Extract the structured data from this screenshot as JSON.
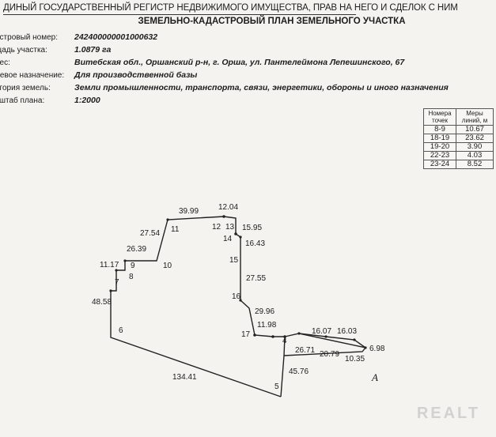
{
  "header": {
    "title": "ДИНЫЙ ГОСУДАРСТВЕННЫЙ РЕГИСТР НЕДВИЖИМОГО ИМУЩЕСТВА, ПРАВ НА НЕГО И СДЕЛОК С НИМ",
    "subtitle": "ЗЕМЕЛЬНО-КАДАСТРОВЫЙ ПЛАН ЗЕМЕЛЬНОГО УЧАСТКА"
  },
  "fields": [
    {
      "label": "астровый номер:",
      "value": "242400000001000632"
    },
    {
      "label": "щадь участка:",
      "value": "1.0879  га"
    },
    {
      "label": "рес:",
      "value": "Витебская обл., Оршанский р-н, г. Орша, ул. Пантелеймона Лепешинского, 67"
    },
    {
      "label": "левое назначение:",
      "value": "Для производственной базы"
    },
    {
      "label": "егория земель:",
      "value": "Земли промышленности, транспорта, связи, энергетики, обороны и иного назначения"
    },
    {
      "label": "сштаб плана:",
      "value": "1:2000"
    }
  ],
  "measures": {
    "head_points": "Номера точек",
    "head_lengths": "Меры линий, м",
    "rows": [
      {
        "points": "8-9",
        "length": "10.67"
      },
      {
        "points": "18-19",
        "length": "23.62"
      },
      {
        "points": "19-20",
        "length": "3.90"
      },
      {
        "points": "22-23",
        "length": "4.03"
      },
      {
        "points": "23-24",
        "length": "8.52"
      }
    ]
  },
  "plan": {
    "point_labels": [
      "4",
      "5",
      "6",
      "7",
      "8",
      "9",
      "10",
      "11",
      "12",
      "13",
      "14",
      "15",
      "16",
      "17",
      "A"
    ],
    "length_labels": [
      "12.04",
      "39.99",
      "15.95",
      "27.54",
      "16.43",
      "26.39",
      "11.17",
      "27.55",
      "48.58",
      "29.96",
      "11.98",
      "16.07",
      "16.03",
      "26.71",
      "20.79",
      "6.98",
      "10.35",
      "45.76",
      "134.41"
    ]
  },
  "watermark": "REALT"
}
